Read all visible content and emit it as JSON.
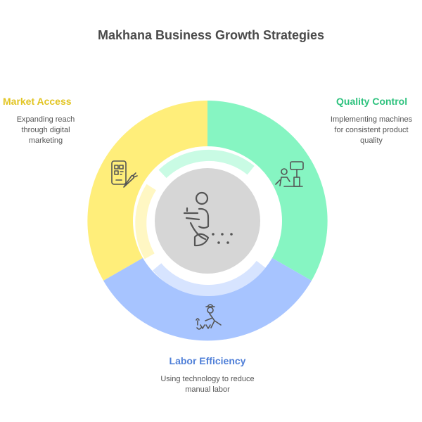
{
  "title": "Makhana Business Growth Strategies",
  "segments": [
    {
      "key": "market",
      "title": "Market Access",
      "description": "Expanding reach through digital marketing",
      "color": "#FFEE7A",
      "text_color": "#E2C524",
      "icon": "qr-code-carrot-icon"
    },
    {
      "key": "quality",
      "title": "Quality Control",
      "description": "Implementing machines for consistent product quality",
      "color": "#86F5C2",
      "text_color": "#2EC27E",
      "icon": "machine-worker-icon"
    },
    {
      "key": "labor",
      "title": "Labor Efficiency",
      "description": "Using technology to reduce manual labor",
      "color": "#A7C4FF",
      "text_color": "#4F7FD8",
      "icon": "farmer-planting-icon"
    }
  ],
  "center": {
    "icon": "person-sowing-seeds-icon",
    "color": "#D6D6D6"
  }
}
